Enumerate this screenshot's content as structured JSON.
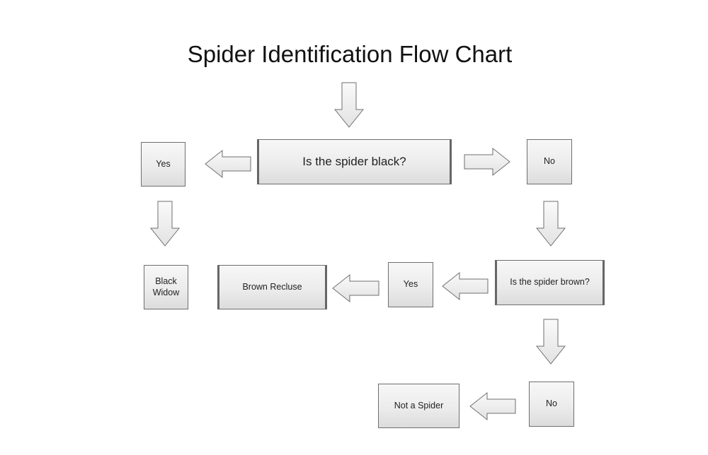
{
  "title": "Spider Identification Flow Chart",
  "nodes": {
    "q1": "Is the spider black?",
    "yes1": "Yes",
    "no1": "No",
    "black_widow": "Black\nWidow",
    "q2": "Is the spider brown?",
    "yes2": "Yes",
    "brown_recluse": "Brown Recluse",
    "no2": "No",
    "not_spider": "Not a Spider"
  }
}
